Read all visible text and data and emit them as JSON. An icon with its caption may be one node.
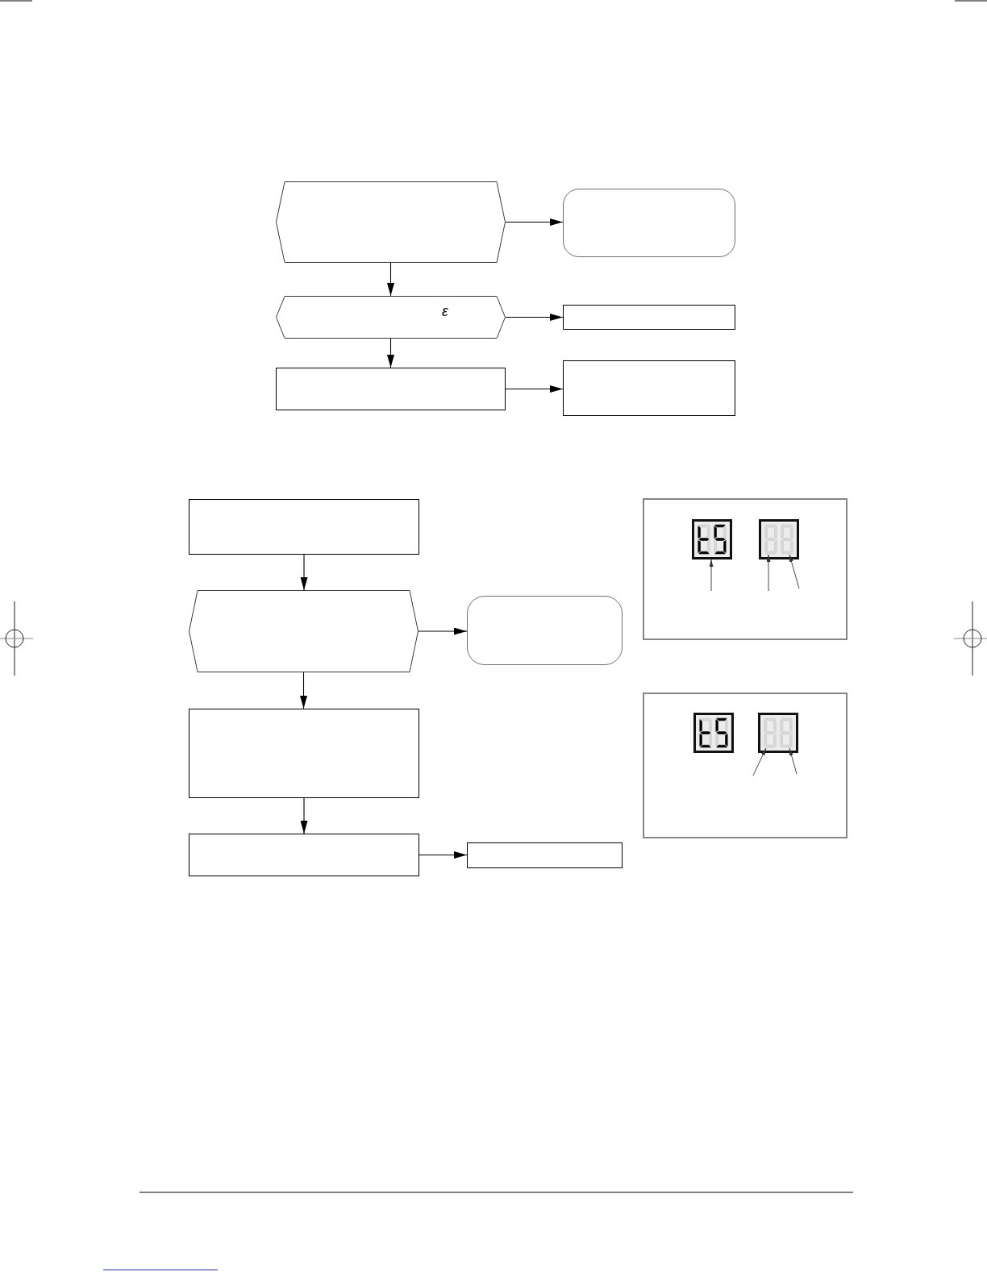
{
  "diagram": {
    "nodes": [
      {
        "text": [],
        "shape": "hexagon"
      },
      {
        "text": [],
        "shape": "box"
      },
      {
        "text": [
          "ε"
        ]
      },
      {
        "text": [],
        "shape": "box"
      },
      {
        "text": [],
        "shape": "box"
      },
      {
        "text": [],
        "shape": "box"
      },
      {
        "text": [],
        "shape": "box"
      },
      {
        "text": [],
        "shape": "hexagon"
      },
      {
        "text": [],
        "shape": "box"
      },
      {
        "text": [],
        "shape": "box"
      },
      {
        "text": [],
        "shape": "box"
      },
      {
        "text": [],
        "shape": "box"
      },
      {
        "text": [],
        "shape": "box"
      },
      {
        "text": [],
        "shape": "picture",
        "in": 12
      },
      {
        "text": [],
        "shape": "picture",
        "in": 12
      },
      {
        "text": [],
        "shape": "picture",
        "in": 14
      },
      {
        "text": [],
        "shape": "picture",
        "in": 14
      },
      {
        "text": [],
        "shape": "box"
      },
      {
        "text": [],
        "shape": "picture",
        "in": 17
      },
      {
        "text": [],
        "shape": "picture",
        "in": 17
      },
      {
        "text": [],
        "shape": "picture",
        "in": 19
      },
      {
        "text": [],
        "shape": "picture",
        "in": 19
      }
    ],
    "edges": [
      {
        "from": 0,
        "to": 1,
        "arrow": "to"
      },
      {
        "from": 0,
        "to": 2,
        "arrow": "to"
      },
      {
        "from": 2,
        "to": 3,
        "arrow": "to"
      },
      {
        "from": 2,
        "to": 4,
        "arrow": "to"
      },
      {
        "from": 4,
        "to": 5,
        "arrow": "to"
      },
      {
        "from": 6,
        "to": 7,
        "arrow": "to"
      },
      {
        "from": 7,
        "to": 8,
        "arrow": "to"
      },
      {
        "from": 7,
        "to": 9,
        "arrow": "to"
      },
      {
        "from": 9,
        "to": 10,
        "arrow": "to"
      },
      {
        "from": 10,
        "to": 11,
        "arrow": "to"
      },
      {
        "from": null,
        "to": 13,
        "arrow": "to"
      },
      {
        "from": null,
        "to": 15,
        "arrow": "to"
      },
      {
        "from": null,
        "to": 16,
        "arrow": "to"
      },
      {
        "from": null,
        "to": 20,
        "arrow": "to"
      },
      {
        "from": null,
        "to": 21,
        "arrow": "to"
      }
    ]
  }
}
